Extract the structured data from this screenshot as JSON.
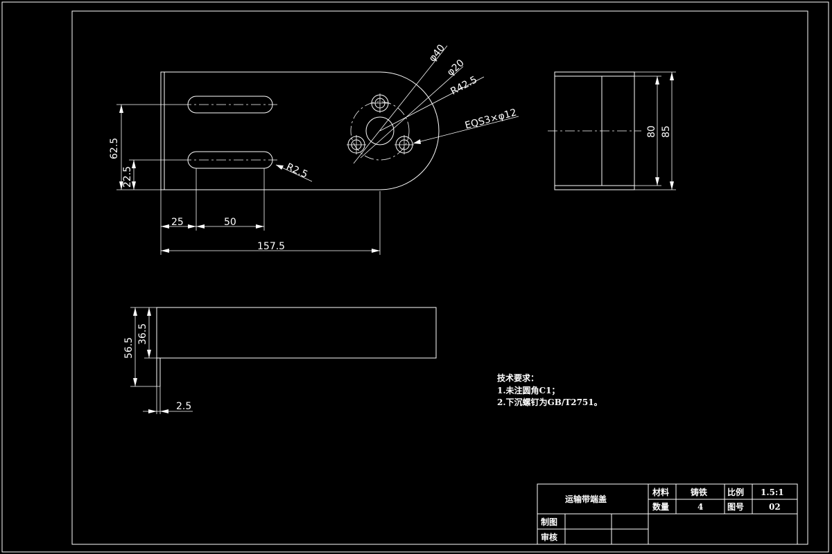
{
  "dimensions": {
    "phi40": "φ40",
    "phi20": "φ20",
    "r42_5": "R42.5",
    "eqs": "EQS3×φ12",
    "r2_5": "R2.5",
    "d62_5": "62.5",
    "d22_5": "22.5",
    "d25": "25",
    "d50": "50",
    "d157_5": "157.5",
    "d80": "80",
    "d85": "85",
    "d56_5": "56.5",
    "d36_5": "36.5",
    "d2_5": "2.5"
  },
  "notes": {
    "title": "技术要求：",
    "line1": "1.未注圆角C1；",
    "line2": "2.下沉螺钉为GB/T2751。"
  },
  "title_block": {
    "part_name": "运输带端盖",
    "material_label": "材料",
    "material_value": "铸铁",
    "scale_label": "比例",
    "scale_value": "1.5:1",
    "quantity_label": "数量",
    "quantity_value": "4",
    "drawing_no_label": "图号",
    "drawing_no_value": "02",
    "drawn_by_label": "制图",
    "checked_by_label": "审核"
  },
  "colors": {
    "background": "#000000",
    "lines": "#ffffff"
  }
}
